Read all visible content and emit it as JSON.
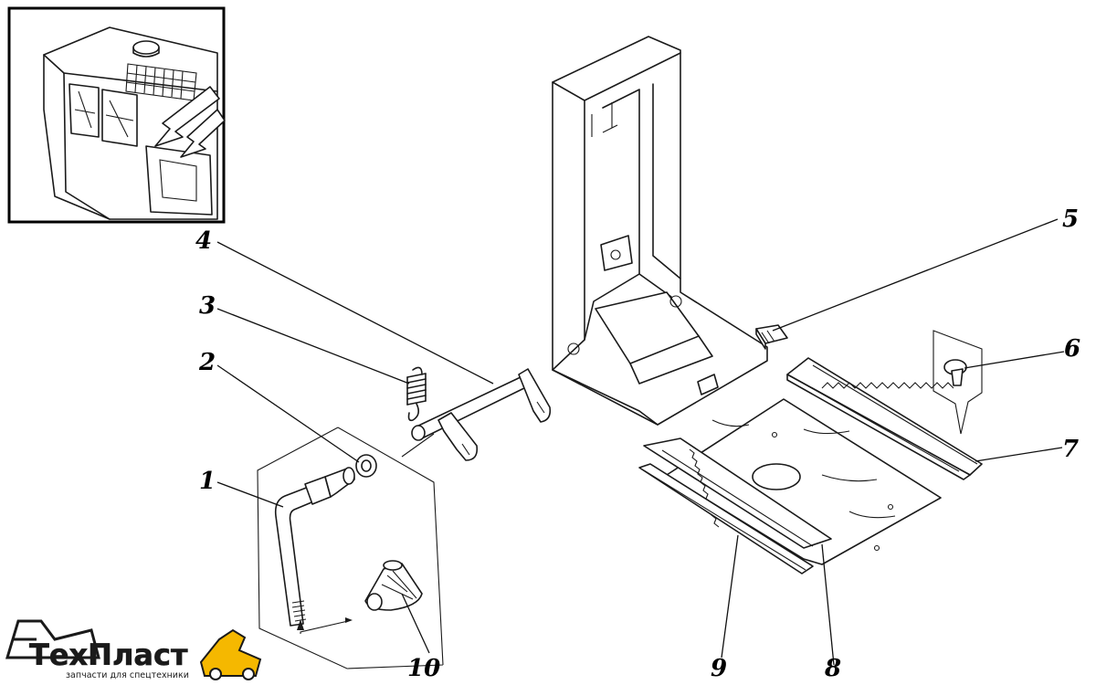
{
  "diagram": {
    "callouts": [
      {
        "id": "1",
        "label": "1"
      },
      {
        "id": "2",
        "label": "2"
      },
      {
        "id": "3",
        "label": "3"
      },
      {
        "id": "4",
        "label": "4"
      },
      {
        "id": "5",
        "label": "5"
      },
      {
        "id": "6",
        "label": "6"
      },
      {
        "id": "7",
        "label": "7"
      },
      {
        "id": "8",
        "label": "8"
      },
      {
        "id": "9",
        "label": "9"
      },
      {
        "id": "10",
        "label": "10"
      }
    ]
  },
  "logo": {
    "brand_part1": "Тех",
    "brand_part2": "Пласт",
    "tagline": "запчасти для спецтехники",
    "color_dark": "#1a1a1a",
    "color_accent": "#f5b800"
  }
}
